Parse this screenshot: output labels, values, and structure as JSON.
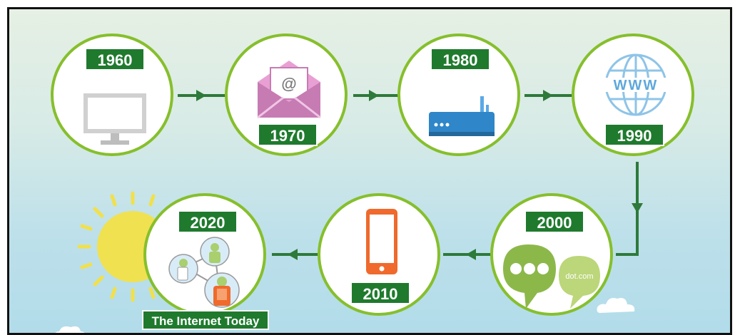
{
  "timeline": {
    "items": [
      {
        "year": "1960",
        "icon": "monitor-icon"
      },
      {
        "year": "1970",
        "icon": "email-envelope-icon"
      },
      {
        "year": "1980",
        "icon": "router-icon"
      },
      {
        "year": "1990",
        "icon": "www-globe-icon"
      },
      {
        "year": "2000",
        "icon": "social-bubbles-icon",
        "bubble_text": "dot.com"
      },
      {
        "year": "2010",
        "icon": "smartphone-icon"
      },
      {
        "year": "2020",
        "icon": "connected-users-icon",
        "caption": "The Internet Today"
      }
    ]
  },
  "colors": {
    "label_bg": "#1f7a2e",
    "ring": "#86bf2c",
    "connector": "#2e7a3a",
    "sun": "#f2e04a"
  }
}
